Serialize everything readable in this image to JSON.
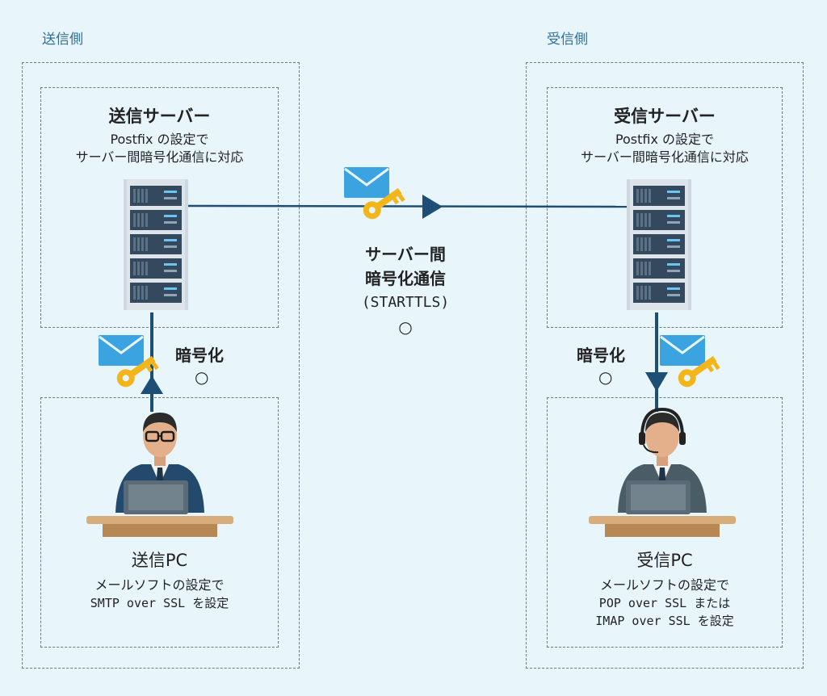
{
  "sender": {
    "side_label": "送信側",
    "server": {
      "title": "送信サーバー",
      "desc1": "Postfix の設定で",
      "desc2": "サーバー間暗号化通信に対応"
    },
    "pc": {
      "title": "送信PC",
      "desc1": "メールソフトの設定で",
      "desc2": "SMTP over SSL を設定"
    },
    "link": {
      "label": "暗号化",
      "status": "○"
    }
  },
  "receiver": {
    "side_label": "受信側",
    "server": {
      "title": "受信サーバー",
      "desc1": "Postfix の設定で",
      "desc2": "サーバー間暗号化通信に対応"
    },
    "pc": {
      "title": "受信PC",
      "desc1": "メールソフトの設定で",
      "desc2": "POP over SSL または",
      "desc3": "IMAP over SSL を設定"
    },
    "link": {
      "label": "暗号化",
      "status": "○"
    }
  },
  "middle": {
    "line1": "サーバー間",
    "line2": "暗号化通信",
    "line3": "(STARTTLS)",
    "status": "○"
  },
  "colors": {
    "line": "#1d4f76",
    "envelope": "#3aa3e0",
    "key": "#f2b61b",
    "background": "#e8f6fc"
  },
  "icons": [
    "server-icon",
    "envelope-icon",
    "key-icon",
    "person-icon",
    "arrow-icon"
  ]
}
